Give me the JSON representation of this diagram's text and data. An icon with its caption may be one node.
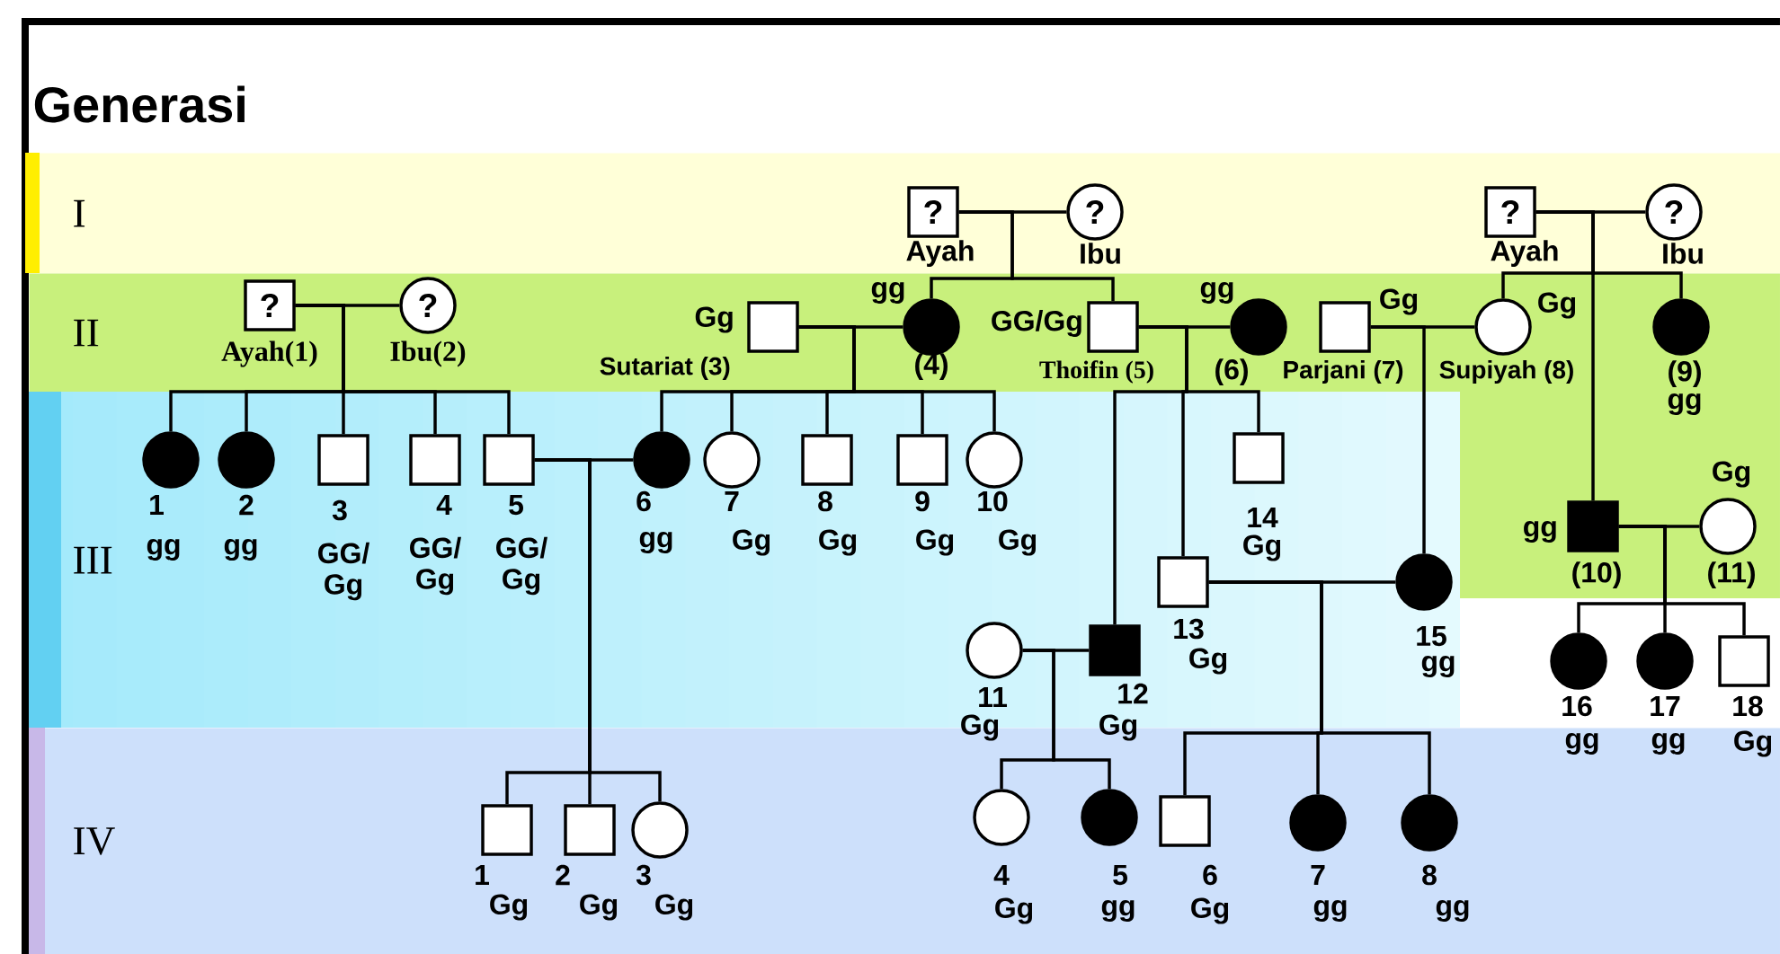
{
  "diagram": {
    "title": "Generasi",
    "nodes": [
      {
        "text": [
          "I"
        ]
      },
      {
        "text": [
          "II"
        ]
      },
      {
        "text": [
          "III"
        ]
      },
      {
        "text": [
          "IV"
        ]
      },
      {
        "text": [
          "?"
        ],
        "beside": [
          "Ayah"
        ],
        "in": 0
      },
      {
        "text": [
          "?"
        ],
        "beside": [
          "Ibu"
        ],
        "in": 0
      },
      {
        "text": [
          "?"
        ],
        "beside": [
          "Ayah"
        ],
        "in": 0
      },
      {
        "text": [
          "?"
        ],
        "beside": [
          "Ibu"
        ],
        "in": 0
      },
      {
        "text": [
          "?"
        ],
        "beside": [
          "Ayah(1)"
        ],
        "in": 1
      },
      {
        "text": [
          "?"
        ],
        "beside": [
          "Ibu(2)"
        ],
        "in": 1
      },
      {
        "text": [],
        "shape": "box",
        "beside": [
          "Gg",
          "Sutariat (3)"
        ],
        "in": 1
      },
      {
        "text": [],
        "shape": "disc",
        "beside": [
          "gg",
          "(4)"
        ],
        "in": 1
      },
      {
        "text": [],
        "shape": "box",
        "beside": [
          "GG/Gg",
          "Thoifin (5)"
        ],
        "in": 1
      },
      {
        "text": [],
        "shape": "disc",
        "beside": [
          "gg",
          "(6)"
        ],
        "in": 1
      },
      {
        "text": [],
        "shape": "box",
        "beside": [
          "Gg",
          "Parjani (7)"
        ],
        "in": 1
      },
      {
        "text": [],
        "shape": "circle",
        "beside": [
          "Gg",
          "Supiyah (8)"
        ],
        "in": 1
      },
      {
        "text": [],
        "shape": "disc",
        "beside": [
          "(9)",
          "gg"
        ],
        "in": 1
      },
      {
        "text": [],
        "shape": "disc",
        "beside": [
          "1",
          "gg"
        ],
        "in": 2
      },
      {
        "text": [],
        "shape": "disc",
        "beside": [
          "2",
          "gg"
        ],
        "in": 2
      },
      {
        "text": [],
        "shape": "box",
        "beside": [
          "3",
          "GG/ Gg"
        ],
        "in": 2
      },
      {
        "text": [],
        "shape": "box",
        "beside": [
          "4",
          "GG/ Gg"
        ],
        "in": 2
      },
      {
        "text": [],
        "shape": "box",
        "beside": [
          "5",
          "GG/ Gg"
        ],
        "in": 2
      },
      {
        "text": [],
        "shape": "disc",
        "beside": [
          "6",
          "gg"
        ],
        "in": 2
      },
      {
        "text": [],
        "shape": "circle",
        "beside": [
          "7",
          "Gg"
        ],
        "in": 2
      },
      {
        "text": [],
        "shape": "box",
        "beside": [
          "8",
          "Gg"
        ],
        "in": 2
      },
      {
        "text": [],
        "shape": "box",
        "beside": [
          "9",
          "Gg"
        ],
        "in": 2
      },
      {
        "text": [],
        "shape": "circle",
        "beside": [
          "10",
          "Gg"
        ],
        "in": 2
      },
      {
        "text": [],
        "shape": "box",
        "beside": [
          "14",
          "Gg"
        ],
        "in": 2
      },
      {
        "text": [],
        "shape": "block",
        "beside": [
          "gg",
          "(10)"
        ],
        "in": 2
      },
      {
        "text": [],
        "shape": "circle",
        "beside": [
          "Gg",
          "(11)"
        ],
        "in": 2
      },
      {
        "text": [],
        "shape": "box",
        "beside": [
          "13",
          "Gg"
        ],
        "in": 2
      },
      {
        "text": [],
        "shape": "disc",
        "beside": [
          "15",
          "gg"
        ],
        "in": 2
      },
      {
        "text": [],
        "shape": "circle",
        "beside": [
          "11",
          "Gg"
        ],
        "in": 2
      },
      {
        "text": [],
        "shape": "block",
        "beside": [
          "12",
          "Gg"
        ],
        "in": 2
      },
      {
        "text": [],
        "shape": "disc",
        "beside": [
          "16",
          "gg"
        ],
        "in": 2
      },
      {
        "text": [],
        "shape": "disc",
        "beside": [
          "17",
          "gg"
        ],
        "in": 2
      },
      {
        "text": [],
        "shape": "box",
        "beside": [
          "18",
          "Gg"
        ],
        "in": 2
      },
      {
        "text": [],
        "shape": "box",
        "beside": [
          "1",
          "Gg"
        ],
        "in": 3
      },
      {
        "text": [],
        "shape": "box",
        "beside": [
          "2",
          "Gg"
        ],
        "in": 3
      },
      {
        "text": [],
        "shape": "circle",
        "beside": [
          "3",
          "Gg"
        ],
        "in": 3
      },
      {
        "text": [],
        "shape": "circle",
        "beside": [
          "4",
          "Gg"
        ],
        "in": 3
      },
      {
        "text": [],
        "shape": "disc",
        "beside": [
          "5",
          "gg"
        ],
        "in": 3
      },
      {
        "text": [],
        "shape": "box",
        "beside": [
          "6",
          "Gg"
        ],
        "in": 3
      },
      {
        "text": [],
        "shape": "disc",
        "beside": [
          "7",
          "gg"
        ],
        "in": 3
      },
      {
        "text": [],
        "shape": "disc",
        "beside": [
          "8",
          "gg"
        ],
        "in": 3
      }
    ],
    "edges": [
      {
        "from": 4,
        "to": 5,
        "arrow": "none"
      },
      {
        "from": 6,
        "to": 7,
        "arrow": "none"
      },
      {
        "from": 8,
        "to": 9,
        "arrow": "none"
      },
      {
        "from": 10,
        "to": 11,
        "arrow": "none"
      },
      {
        "from": 12,
        "to": 13,
        "arrow": "none"
      },
      {
        "from": 14,
        "to": 15,
        "arrow": "none"
      },
      {
        "from": 21,
        "to": 22,
        "arrow": "none"
      },
      {
        "from": 28,
        "to": 29,
        "arrow": "none"
      },
      {
        "from": 30,
        "to": 31,
        "arrow": "none"
      },
      {
        "from": 32,
        "to": 33,
        "arrow": "none"
      },
      {
        "from": 4,
        "to": 11,
        "arrow": "none"
      },
      {
        "from": 4,
        "to": 12,
        "arrow": "none"
      },
      {
        "from": 6,
        "to": 15,
        "arrow": "none"
      },
      {
        "from": 6,
        "to": 16,
        "arrow": "none"
      },
      {
        "from": 6,
        "to": 28,
        "arrow": "none"
      },
      {
        "from": 8,
        "to": 17,
        "arrow": "none"
      },
      {
        "from": 8,
        "to": 18,
        "arrow": "none"
      },
      {
        "from": 8,
        "to": 19,
        "arrow": "none"
      },
      {
        "from": 8,
        "to": 20,
        "arrow": "none"
      },
      {
        "from": 8,
        "to": 21,
        "arrow": "none"
      },
      {
        "from": 10,
        "to": 22,
        "arrow": "none"
      },
      {
        "from": 10,
        "to": 23,
        "arrow": "none"
      },
      {
        "from": 10,
        "to": 24,
        "arrow": "none"
      },
      {
        "from": 10,
        "to": 25,
        "arrow": "none"
      },
      {
        "from": 10,
        "to": 26,
        "arrow": "none"
      },
      {
        "from": 12,
        "to": 33,
        "arrow": "none"
      },
      {
        "from": 12,
        "to": 30,
        "arrow": "none"
      },
      {
        "from": 12,
        "to": 27,
        "arrow": "none"
      },
      {
        "from": 14,
        "to": 31,
        "arrow": "none"
      },
      {
        "from": 28,
        "to": 34,
        "arrow": "none"
      },
      {
        "from": 28,
        "to": 35,
        "arrow": "none"
      },
      {
        "from": 28,
        "to": 36,
        "arrow": "none"
      },
      {
        "from": 21,
        "to": 37,
        "arrow": "none"
      },
      {
        "from": 21,
        "to": 38,
        "arrow": "none"
      },
      {
        "from": 21,
        "to": 39,
        "arrow": "none"
      },
      {
        "from": 32,
        "to": 40,
        "arrow": "none"
      },
      {
        "from": 32,
        "to": 41,
        "arrow": "none"
      },
      {
        "from": 30,
        "to": 42,
        "arrow": "none"
      },
      {
        "from": 30,
        "to": 43,
        "arrow": "none"
      },
      {
        "from": 30,
        "to": 44,
        "arrow": "none"
      }
    ]
  }
}
